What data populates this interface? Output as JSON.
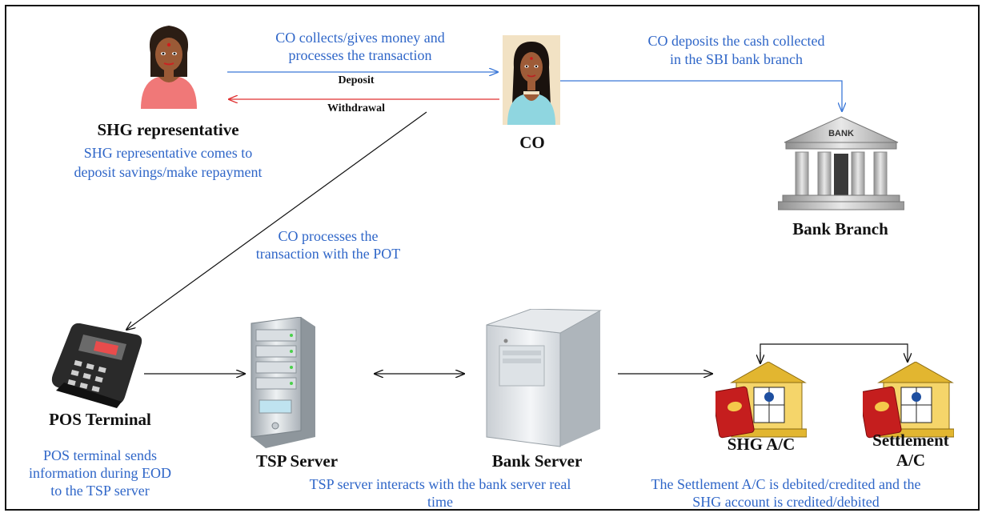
{
  "actors": {
    "shg_rep": {
      "title": "SHG representative",
      "desc_line1": "SHG representative  comes to",
      "desc_line2": "deposit savings/make repayment"
    },
    "co": {
      "title": "CO"
    },
    "bank_branch": {
      "title": "Bank Branch",
      "sign": "BANK"
    },
    "pos": {
      "title": "POS Terminal",
      "desc_line1": "POS terminal sends",
      "desc_line2": "information during EOD",
      "desc_line3": "to the TSP server"
    },
    "tsp": {
      "title": "TSP Server",
      "desc_line1": "TSP server interacts with the bank server real",
      "desc_line2": "time"
    },
    "bank_server": {
      "title": "Bank Server"
    },
    "shg_ac": {
      "title": "SHG A/C"
    },
    "settlement_ac": {
      "title_line1": "Settlement",
      "title_line2": "A/C",
      "desc_line1": "The  Settlement A/C is debited/credited and the",
      "desc_line2": "SHG account is credited/debited"
    }
  },
  "flows": {
    "co_collects_line1": "CO collects/gives money and",
    "co_collects_line2": "processes the transaction",
    "deposit": "Deposit",
    "withdrawal": "Withdrawal",
    "co_deposits_line1": "CO deposits the cash collected",
    "co_deposits_line2": "in the SBI bank branch",
    "co_processes_line1": "CO processes the",
    "co_processes_line2": "transaction with the POT"
  },
  "colors": {
    "deposit_arrow": "#3b78d8",
    "withdrawal_arrow": "#e03030",
    "connector": "#111111",
    "description_text": "#2f66c8"
  }
}
